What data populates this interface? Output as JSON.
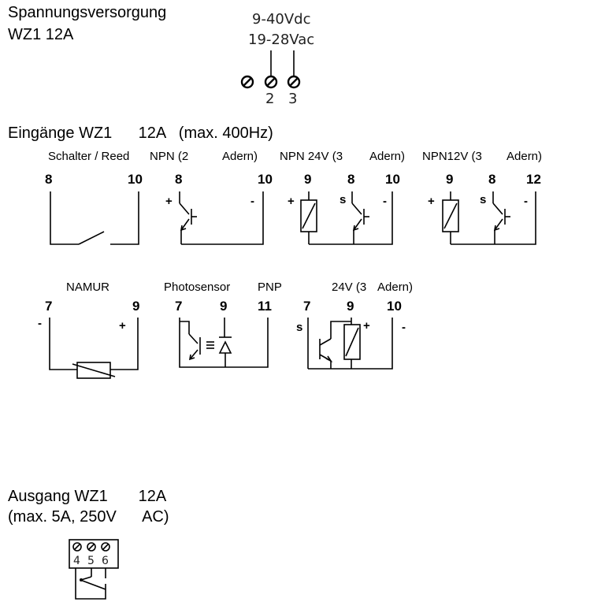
{
  "supply": {
    "title_line1": "Spannungsversorgung",
    "title_line2": "WZ1  12A",
    "voltage_dc": "9-40Vdc",
    "voltage_ac": "19-28Vac",
    "terminal_2": "2",
    "terminal_3": "3"
  },
  "inputs": {
    "title": "Eingänge WZ1      12A   (max. 400Hz)",
    "switch": {
      "label": "Schalter / Reed",
      "t1": "8",
      "t2": "10"
    },
    "npn2": {
      "label_a": "NPN (2",
      "label_b": "Adern)",
      "t1": "8",
      "t2": "10",
      "plus": "+",
      "minus": "-"
    },
    "npn24": {
      "label_a": "NPN 24V (3",
      "label_b": "Adern)",
      "t1": "9",
      "t2": "8",
      "t3": "10",
      "plus": "+",
      "s": "s",
      "minus": "-"
    },
    "npn12": {
      "label_a": "NPN12V (3",
      "label_b": "Adern)",
      "t1": "9",
      "t2": "8",
      "t3": "12",
      "plus": "+",
      "s": "s",
      "minus": "-"
    },
    "namur": {
      "label": "NAMUR",
      "t1": "7",
      "t2": "9",
      "minus": "-",
      "plus": "+"
    },
    "photo": {
      "label": "Photosensor",
      "t1": "7",
      "t2": "9"
    },
    "pnp": {
      "label": "PNP",
      "t1": "11"
    },
    "v24": {
      "label_a": "24V (3",
      "label_b": "Adern)",
      "t1": "7",
      "t2": "9",
      "t3": "10",
      "s": "s",
      "plus": "+",
      "minus": "-"
    }
  },
  "output": {
    "title_line1": "Ausgang WZ1       12A",
    "title_line2": "(max. 5A, 250V      AC)",
    "terminal_4": "4",
    "terminal_5": "5",
    "terminal_6": "6"
  }
}
